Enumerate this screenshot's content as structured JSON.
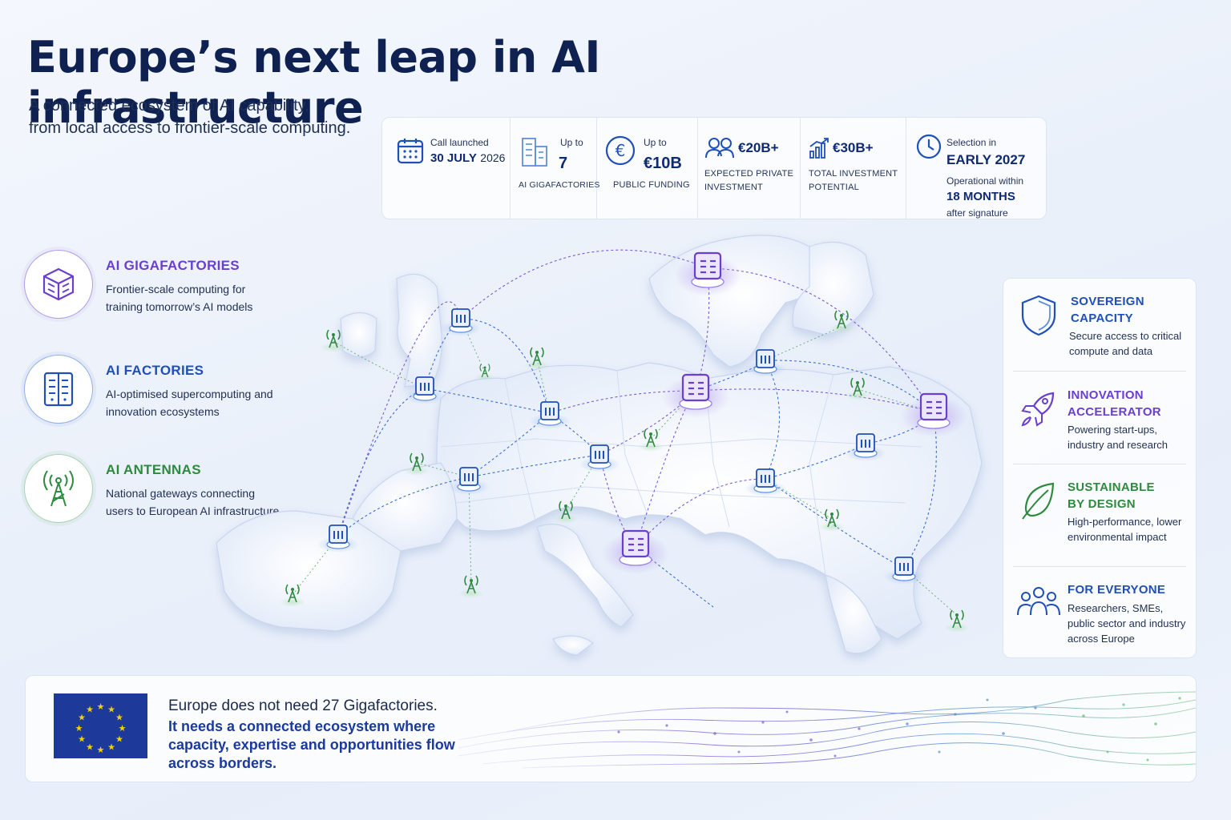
{
  "header": {
    "title": "Europe’s next leap in AI infrastructure",
    "subtitle_line1": "A connected ecosystem of AI capability,",
    "subtitle_line2": "from local access to frontier-scale computing."
  },
  "stats": [
    {
      "icon": "calendar-icon",
      "small": "Call launched",
      "big": "30 JULY",
      "big_suffix": "2026"
    },
    {
      "icon": "building-icon",
      "small": "Up to",
      "big": "7",
      "caption": "AI GIGAFACTORIES"
    },
    {
      "icon": "euro-icon",
      "small": "Up to",
      "big": "€10B",
      "caption": "PUBLIC FUNDING"
    },
    {
      "icon": "people-icon",
      "big": "€20B+",
      "caption_line1": "EXPECTED PRIVATE",
      "caption_line2": "INVESTMENT"
    },
    {
      "icon": "growth-chart-icon",
      "big": "€30B+",
      "caption_line1": "TOTAL INVESTMENT",
      "caption_line2": "POTENTIAL"
    },
    {
      "icon": "clock-icon",
      "small": "Selection in",
      "big": "EARLY 2027",
      "small2": "Operational within",
      "big2": "18 MONTHS",
      "small3": "after signature"
    }
  ],
  "legend": [
    {
      "icon": "gigafactory-cube-icon",
      "title": "AI GIGAFACTORIES",
      "desc": "Frontier-scale computing for training tomorrow’s AI models",
      "color": "#6a3fd0"
    },
    {
      "icon": "factory-server-icon",
      "title": "AI FACTORIES",
      "desc": "AI-optimised supercomputing and innovation ecosystems",
      "color": "#1f4fb8"
    },
    {
      "icon": "antenna-icon",
      "title": "AI ANTENNAS",
      "desc": "National gateways connecting users to European AI infrastructure",
      "color": "#2e8a3e"
    }
  ],
  "benefits": [
    {
      "icon": "shield-icon",
      "title_line1": "SOVEREIGN",
      "title_line2": "CAPACITY",
      "desc": "Secure access to critical compute and data",
      "color": "#1f4fb8"
    },
    {
      "icon": "rocket-icon",
      "title_line1": "INNOVATION",
      "title_line2": "ACCELERATOR",
      "desc": "Powering start-ups, industry and research",
      "color": "#6a3fd0"
    },
    {
      "icon": "leaf-icon",
      "title_line1": "SUSTAINABLE",
      "title_line2": "BY DESIGN",
      "desc": "High-performance, lower environmental impact",
      "color": "#2e8a3e"
    },
    {
      "icon": "community-icon",
      "title_line1": "FOR EVERYONE",
      "title_line2": "",
      "desc": "Researchers, SMEs, public sector and industry across Europe",
      "color": "#1f4fb8"
    }
  ],
  "banner": {
    "lead": "Europe does not need 27 Gigafactories.",
    "strong": "It needs a connected ecosystem where capacity, expertise and opportunities flow across borders."
  },
  "colors": {
    "navy": "#0e2150",
    "gigafactory": "#6a3fd0",
    "factory": "#1f4fb8",
    "antenna": "#2e8a3e",
    "flag_blue": "#1d3a9b",
    "flag_star": "#f5d100"
  }
}
